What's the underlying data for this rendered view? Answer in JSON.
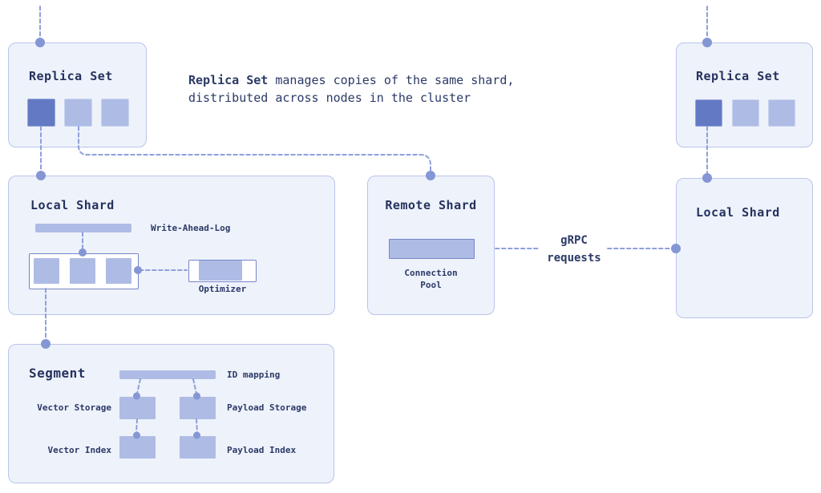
{
  "annotation": {
    "bold": "Replica Set",
    "line1_rest": " manages copies of the same shard,",
    "line2": "distributed across nodes in the cluster"
  },
  "edge_labels": {
    "grpc_line1": "gRPC",
    "grpc_line2": "requests"
  },
  "nodes": {
    "replica_left": {
      "title": "Replica Set"
    },
    "replica_right": {
      "title": "Replica Set"
    },
    "local_shard_left": {
      "title": "Local Shard",
      "wal_label": "Write-Ahead-Log",
      "optimizer_label": "Optimizer"
    },
    "remote_shard": {
      "title": "Remote Shard",
      "pool_line1": "Connection",
      "pool_line2": "Pool"
    },
    "local_shard_right": {
      "title": "Local Shard"
    },
    "segment": {
      "title": "Segment",
      "id_mapping_label": "ID mapping",
      "vector_storage_label": "Vector Storage",
      "payload_storage_label": "Payload Storage",
      "vector_index_label": "Vector Index",
      "payload_index_label": "Payload Index"
    }
  },
  "colors": {
    "box_fill": "#eef2fb",
    "box_border": "#b9c5ea",
    "dark_square": "#6379c4",
    "light_square": "#aebce5",
    "inner_border": "#7486c8",
    "dot": "#8496d4",
    "dash": "#8ea0da",
    "text": "#2b3a67"
  }
}
